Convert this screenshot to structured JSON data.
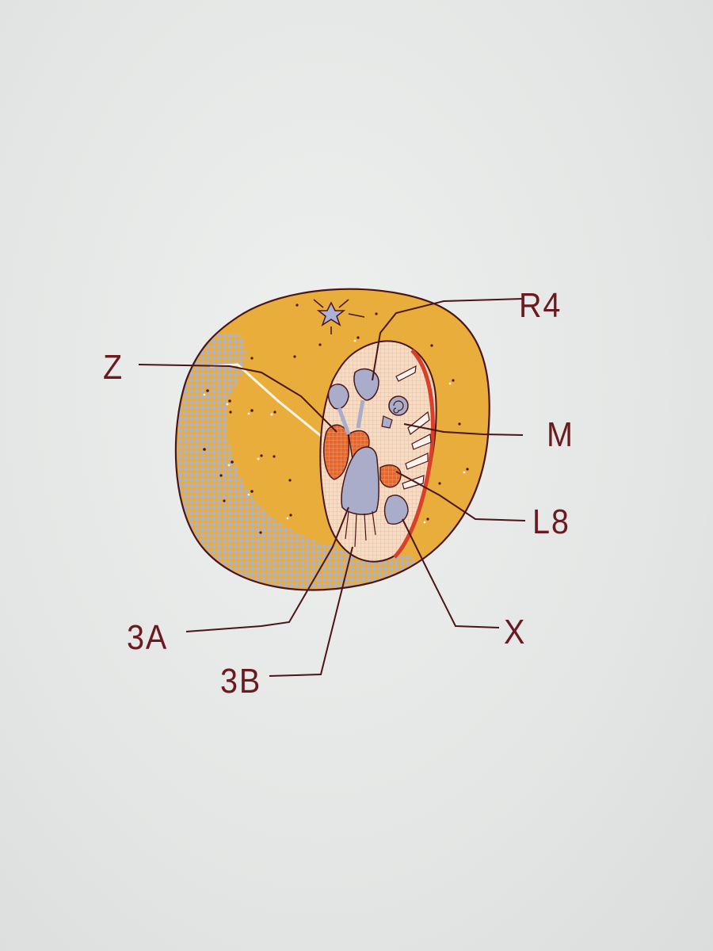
{
  "illustration": {
    "subject": "Cutaway orange with labeled interior parts",
    "colors": {
      "paper": "#e6e7e6",
      "orange_peel": "#e8ad3a",
      "shadow_halftone": "#aab3d6",
      "ink": "#4a1518",
      "cut_face": "#f3d3b5",
      "red_accent": "#d8402a",
      "organ_gray": "#a9adc9"
    },
    "labels": [
      {
        "id": "R4",
        "text": "R4"
      },
      {
        "id": "Z",
        "text": "Z"
      },
      {
        "id": "M",
        "text": "M"
      },
      {
        "id": "L8",
        "text": "L8"
      },
      {
        "id": "3A",
        "text": "3A"
      },
      {
        "id": "3B",
        "text": "3B"
      },
      {
        "id": "X",
        "text": "X"
      }
    ]
  }
}
